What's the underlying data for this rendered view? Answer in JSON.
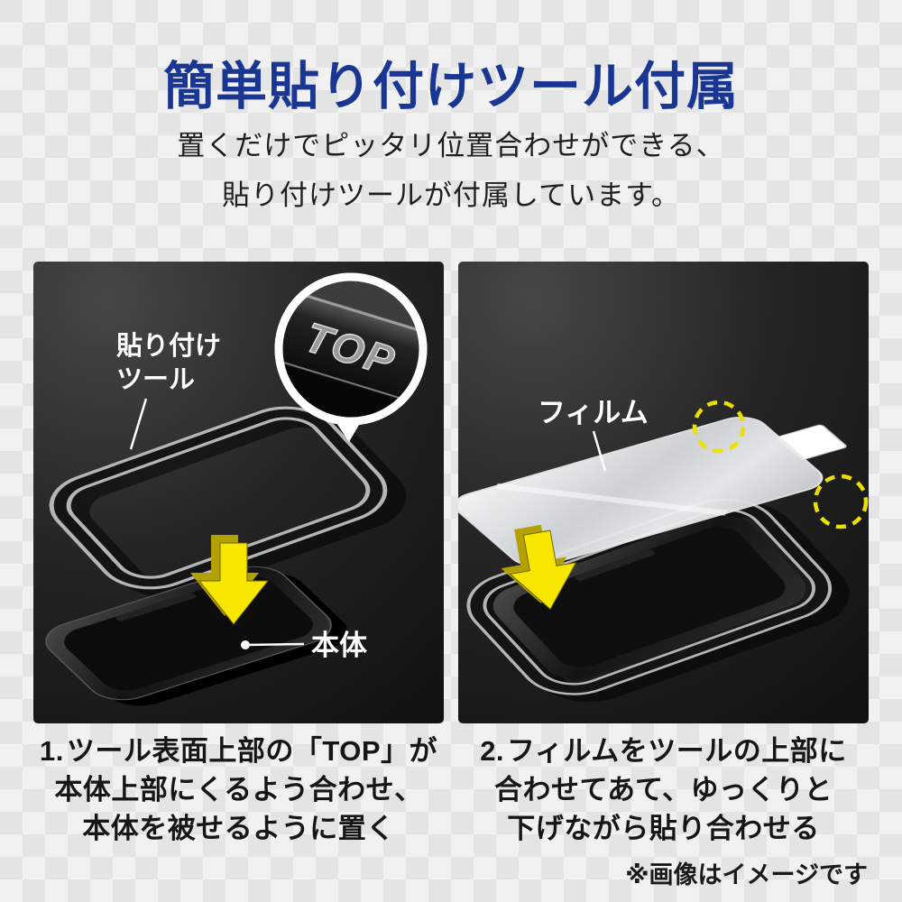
{
  "header": {
    "title": "簡単貼り付けツール付属",
    "subtitle_line1": "置くだけでピッタリ位置合わせができる、",
    "subtitle_line2": "貼り付けツールが付属しています。"
  },
  "panels": {
    "left": {
      "tool_label_line1": "貼り付け",
      "tool_label_line2": "ツール",
      "top_badge": "TOP",
      "body_label": "本体",
      "caption": {
        "number": "1.",
        "lines": [
          "ツール表面上部の「TOP」が",
          "本体上部にくるよう合わせ、",
          "本体を被せるように置く"
        ]
      }
    },
    "right": {
      "film_label": "フィルム",
      "caption": {
        "number": "2.",
        "lines": [
          "フィルムをツールの上部に",
          "合わせてあて、ゆっくりと",
          "下げながら貼り合わせる"
        ]
      }
    }
  },
  "footer": {
    "note": "※画像はイメージです"
  },
  "colors": {
    "title_blue": "#1a3693",
    "accent_yellow": "#f7e600",
    "panel_dark": "#141414"
  }
}
